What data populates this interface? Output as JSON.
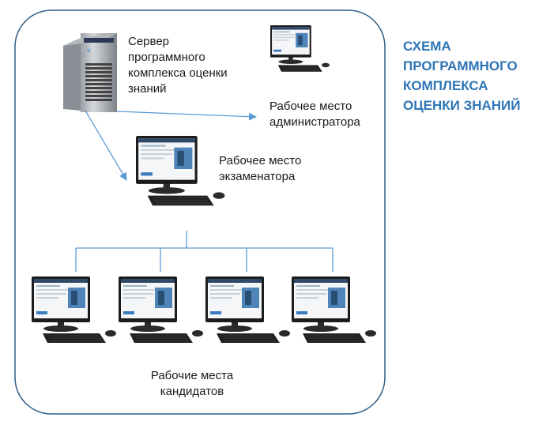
{
  "title_lines": [
    "СХЕМА",
    "ПРОГРАММНОГО",
    "КОМПЛЕКСА",
    "ОЦЕНКИ ЗНАНИЙ"
  ],
  "nodes": {
    "server": {
      "label_lines": [
        "Сервер",
        "программного",
        "комплекса оценки",
        "знаний"
      ]
    },
    "admin": {
      "label_lines": [
        "Рабочее место",
        "администратора"
      ]
    },
    "examiner": {
      "label_lines": [
        "Рабочее место",
        "экзаменатора"
      ]
    },
    "candidates": {
      "label_lines": [
        "Рабочие места",
        "кандидатов"
      ]
    }
  },
  "colors": {
    "frame": "#2e5d8a",
    "arrow": "#5b9bd5",
    "title": "#2e75b6",
    "device": "#1c1c1c"
  }
}
